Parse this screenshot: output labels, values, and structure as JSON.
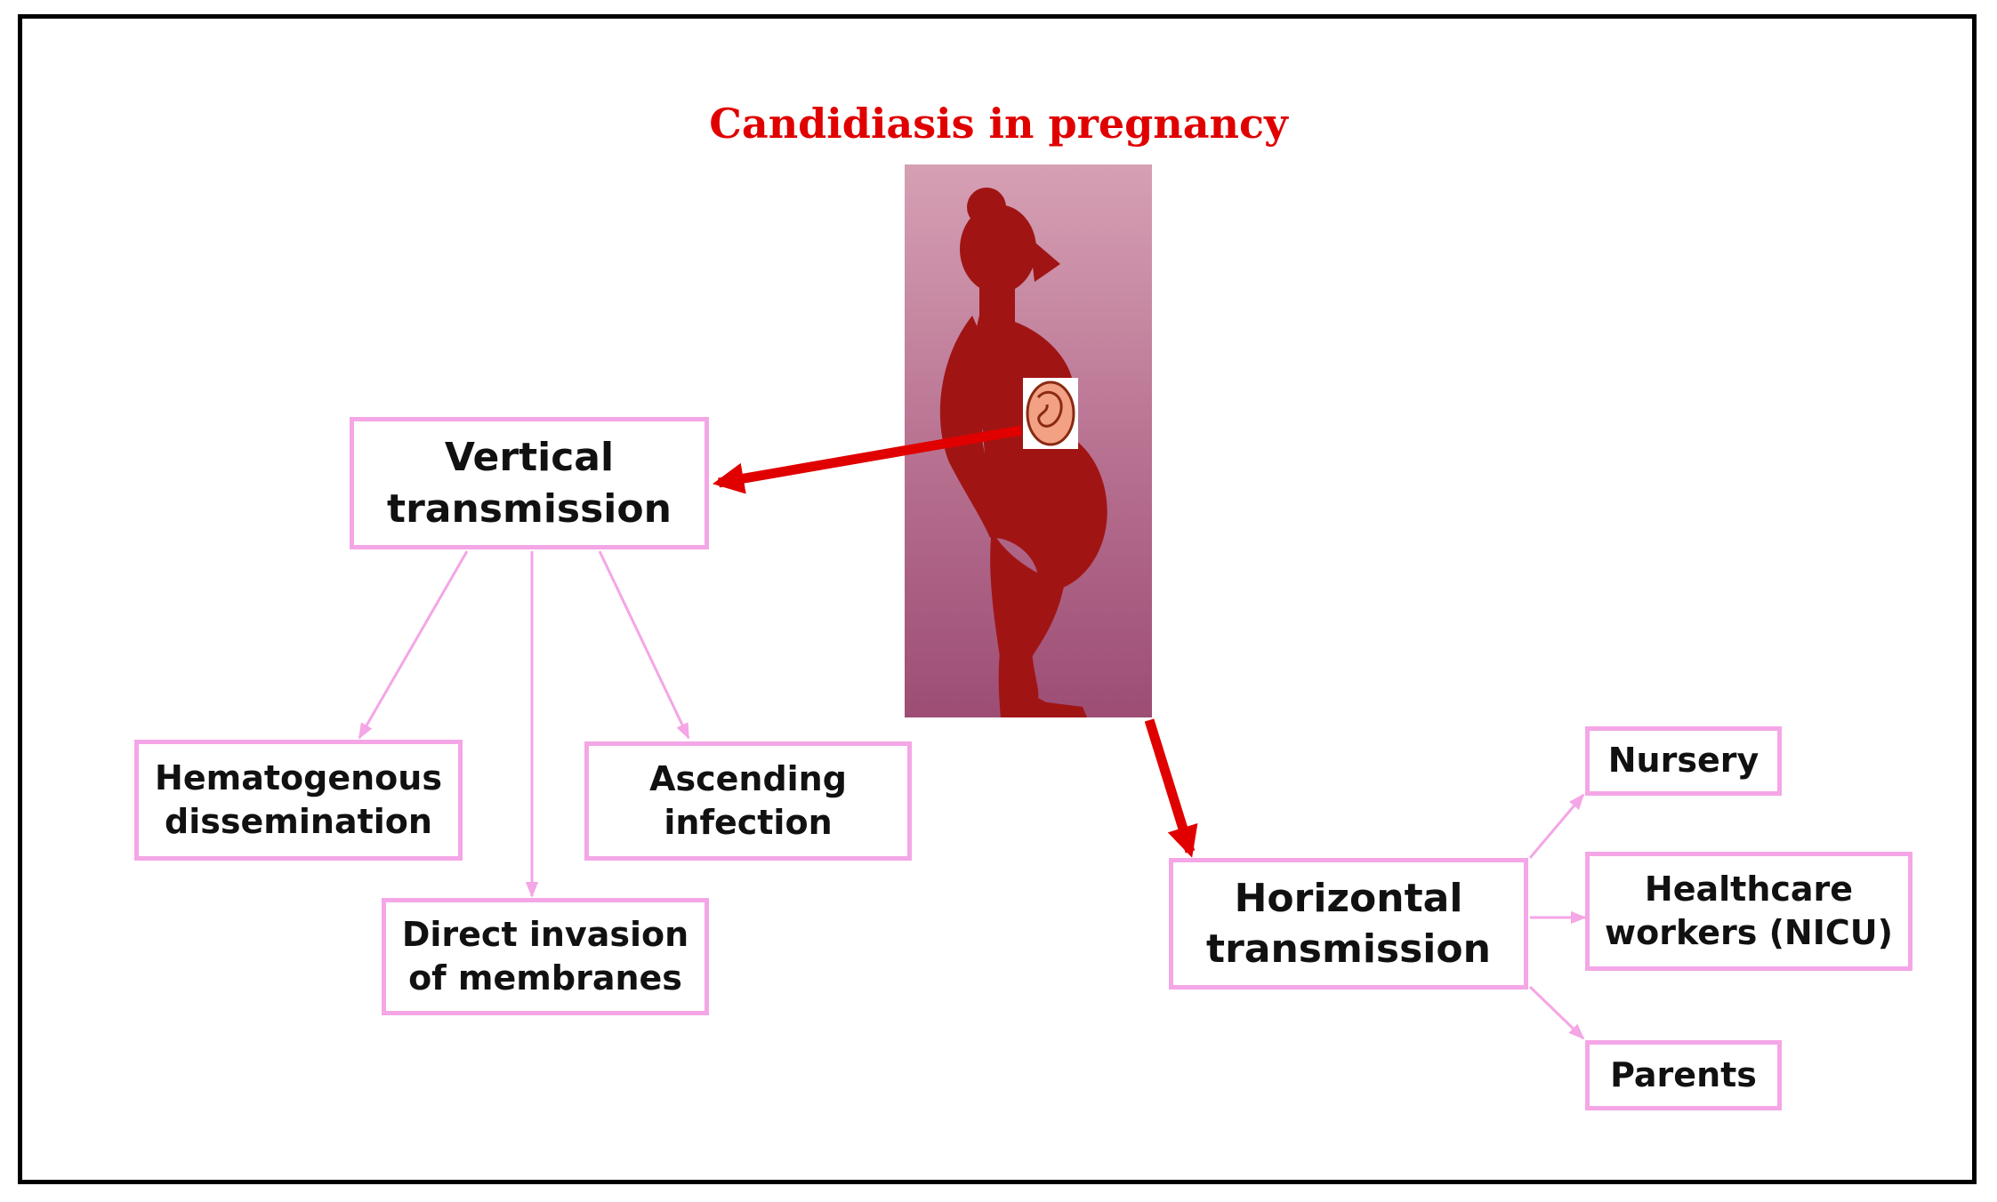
{
  "title": "Candidiasis in pregnancy",
  "colors": {
    "title": "#e00000",
    "box_border": "#f4a6e6",
    "connector": "#f4a6e6",
    "main_arrow": "#e00000",
    "silhouette": "#a01514",
    "panel_top": "#d6a0b4",
    "panel_bottom": "#9d4d74",
    "fetus": "#f2a184"
  },
  "figure": {
    "icon": "pregnant-woman-silhouette-icon",
    "fetus_icon": "fetus-icon"
  },
  "nodes": {
    "vertical": "Vertical transmission",
    "horizontal": "Horizontal transmission",
    "hematogenous": "Hematogenous dissemination",
    "direct_invasion": "Direct invasion of membranes",
    "ascending": "Ascending infection",
    "nursery": "Nursery",
    "healthcare": "Healthcare workers (NICU)",
    "parents": "Parents"
  }
}
